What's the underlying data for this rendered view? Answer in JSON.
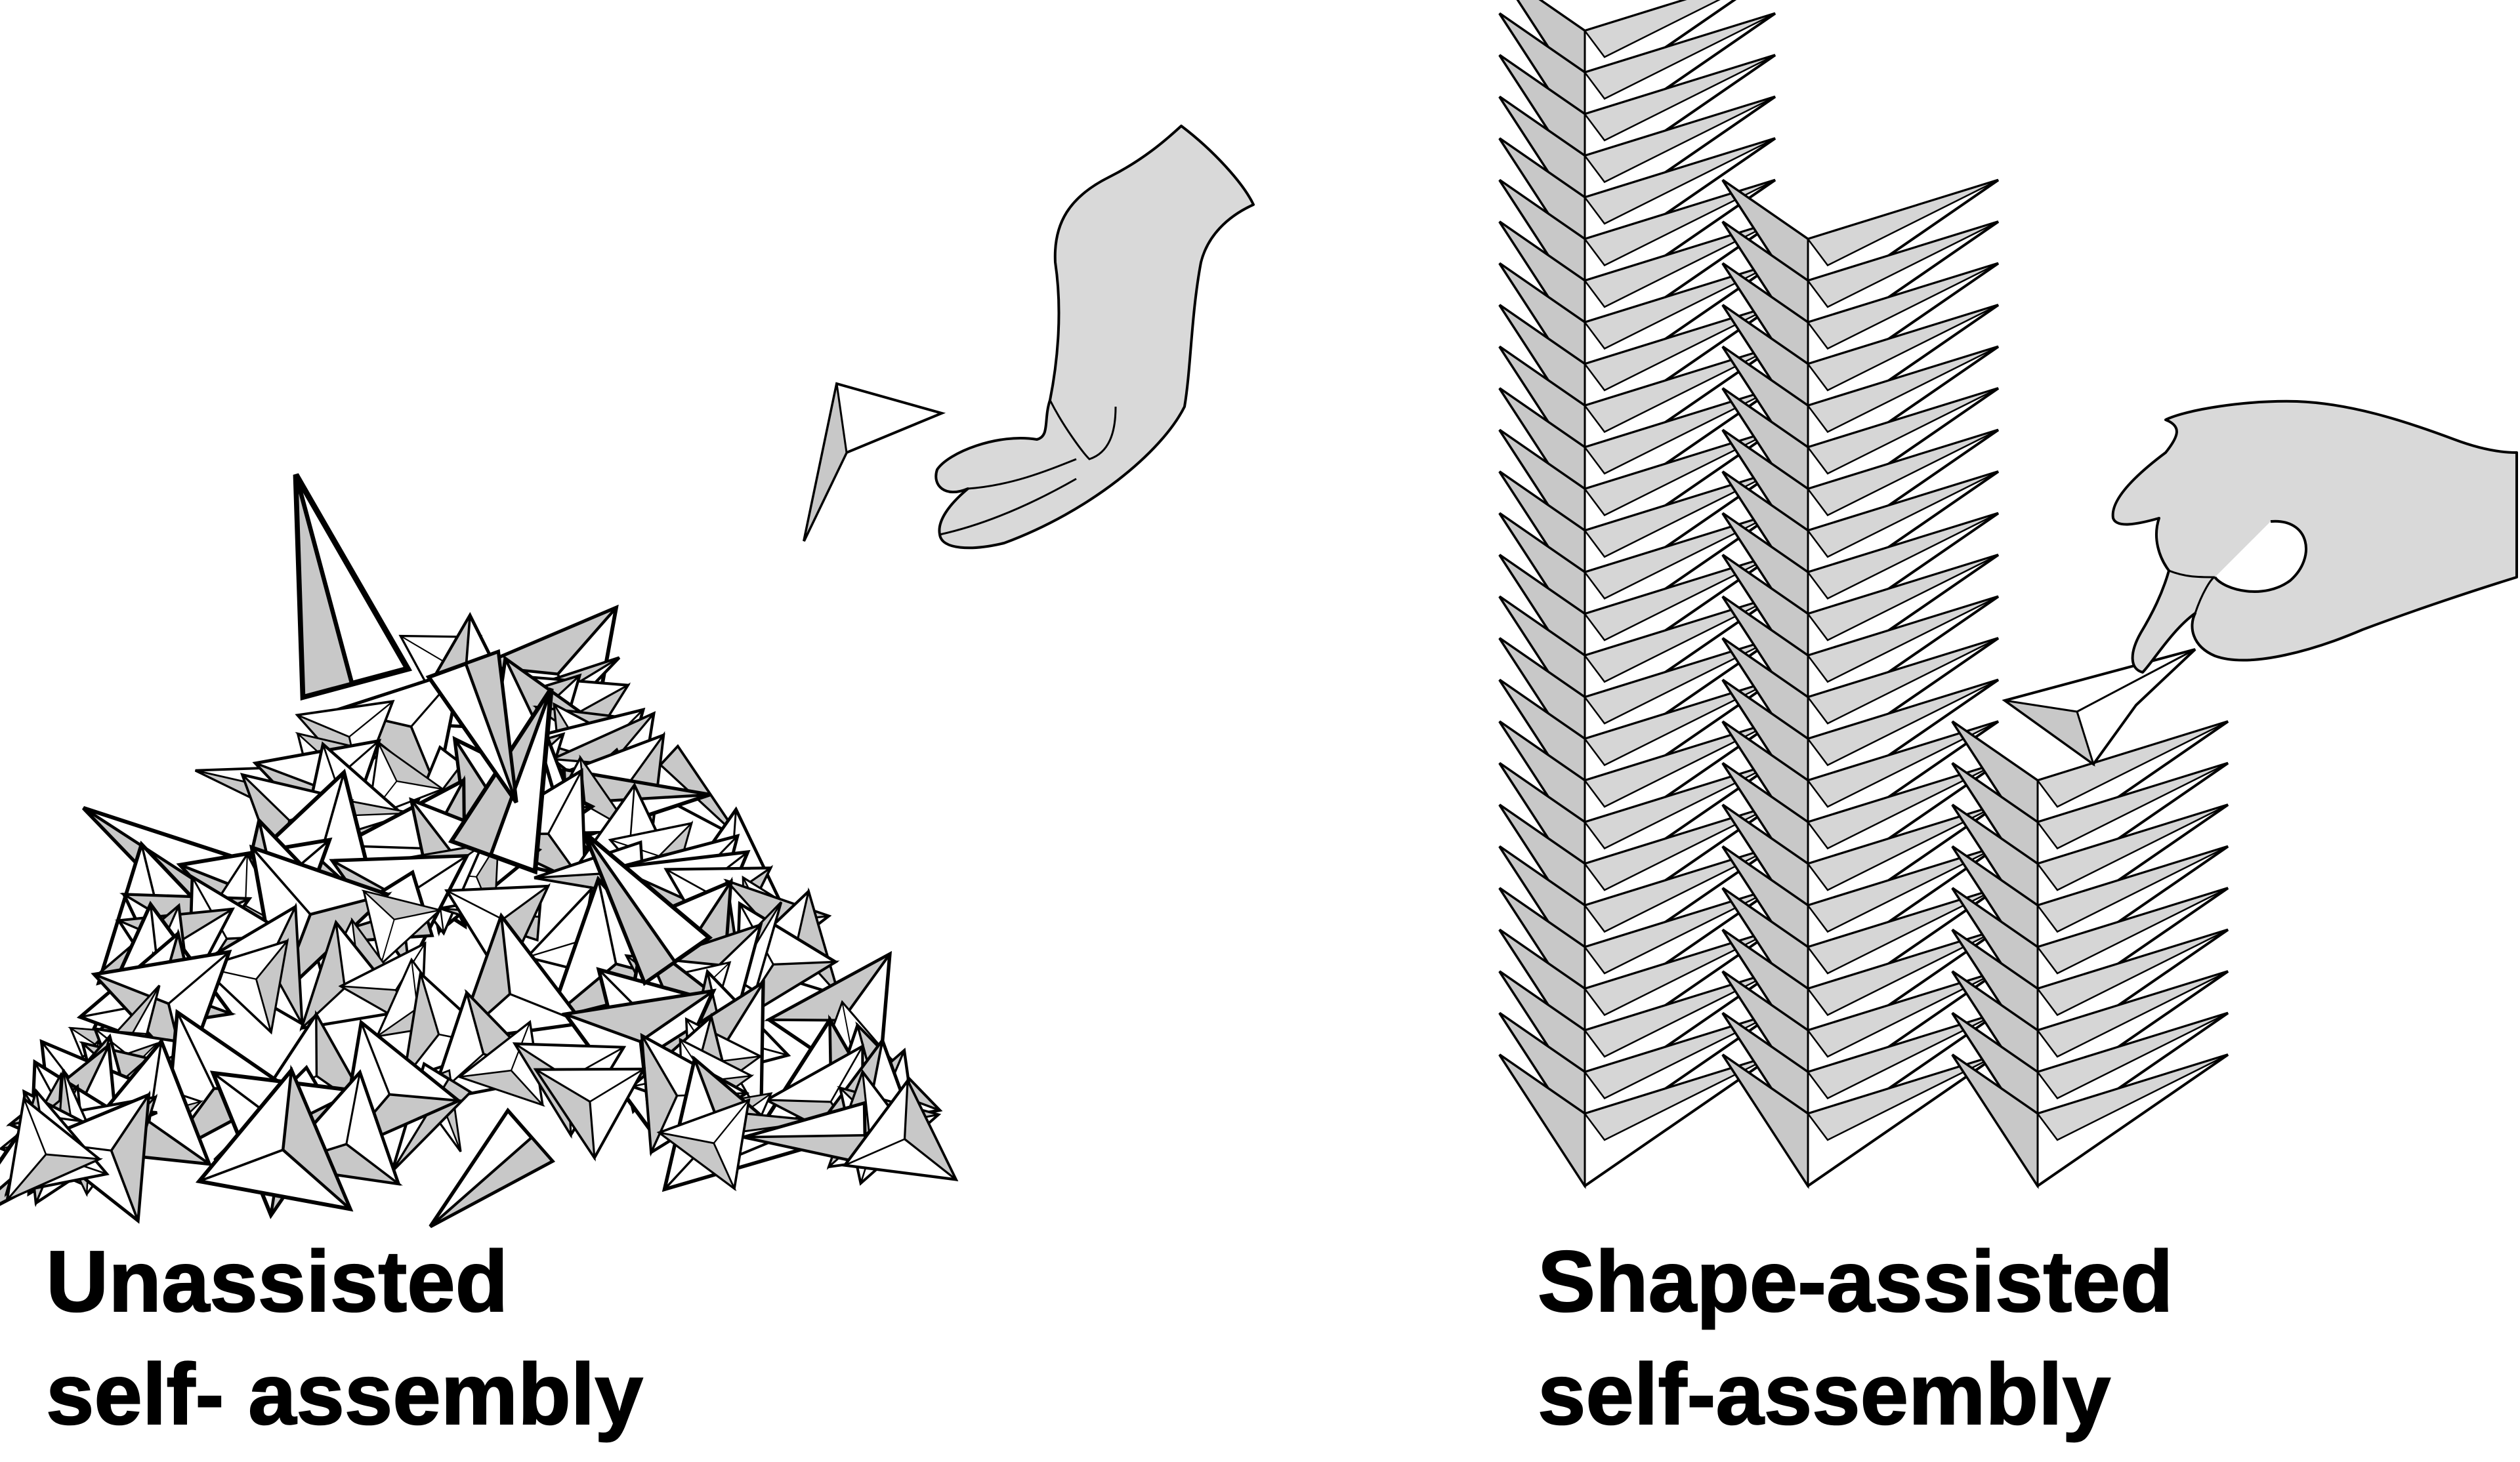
{
  "colors": {
    "outline": "#000000",
    "facet_light": "#ffffff",
    "facet_shade": "#c8c8c8",
    "hand_fill": "#d9d9d9"
  },
  "left_panel": {
    "caption_line1": "Unassisted",
    "caption_line2": "self- assembly"
  },
  "right_panel": {
    "caption_line1": "Shape-assisted",
    "caption_line2": "self-assembly",
    "stacks": [
      {
        "units": 27
      },
      {
        "units": 22
      },
      {
        "units": 9
      }
    ]
  }
}
